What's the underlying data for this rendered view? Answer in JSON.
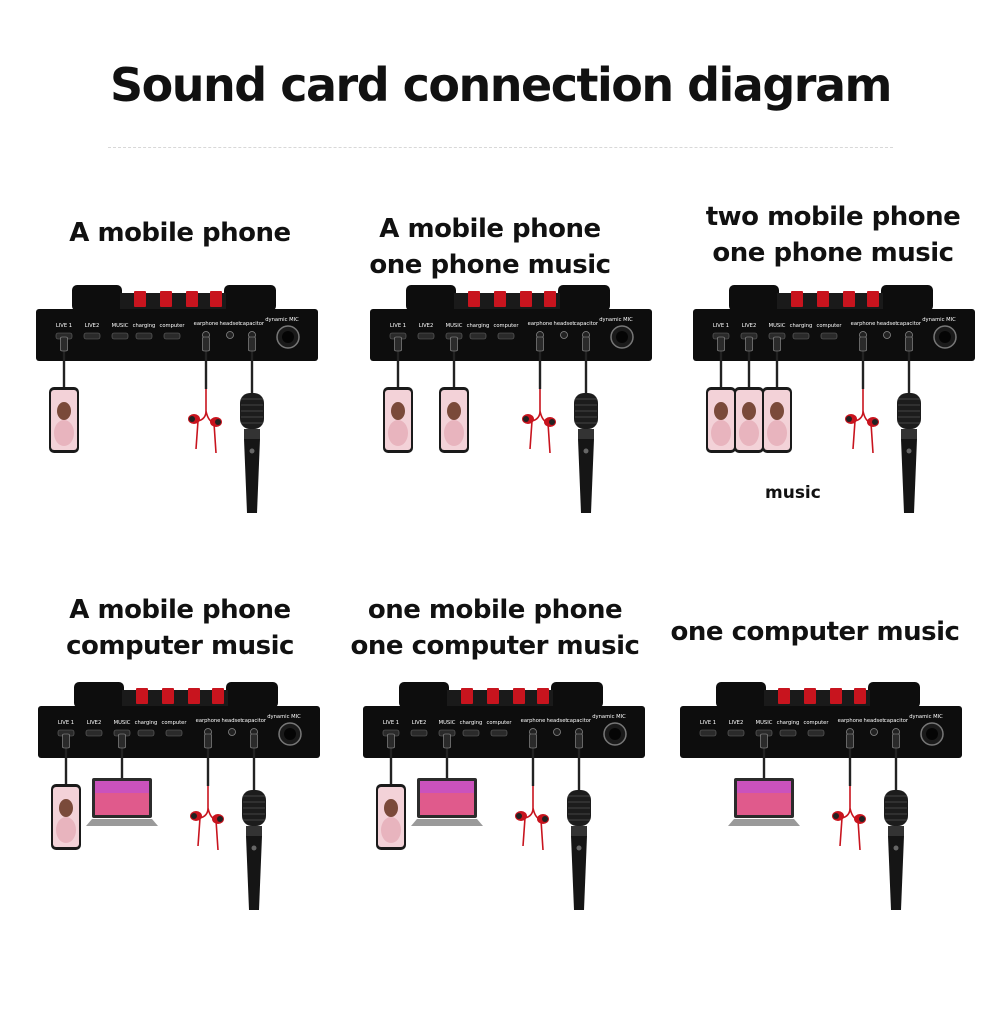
{
  "title": "Sound card connection diagram",
  "ports": {
    "live1": "LIVE 1",
    "live2": "LIVE2",
    "music": "MUSIC",
    "charging": "charging",
    "computer": "computer",
    "earphone": "earphone",
    "headset": "headset",
    "capacitor": "capacitor",
    "dynamic_mic": "dynamic MIC"
  },
  "panels": [
    {
      "lines": [
        "A mobile phone"
      ]
    },
    {
      "lines": [
        "A mobile phone",
        "one  phone music"
      ]
    },
    {
      "lines": [
        "two mobile phone",
        "one  phone music"
      ],
      "note": "music"
    },
    {
      "lines": [
        "A mobile phone",
        "computer music"
      ]
    },
    {
      "lines": [
        "one mobile phone",
        "one  computer music"
      ]
    },
    {
      "lines": [
        "one  computer music"
      ]
    }
  ],
  "colors": {
    "device_body": "#0d0d0d",
    "accent_red": "#c8141e",
    "cable": "#222222"
  }
}
